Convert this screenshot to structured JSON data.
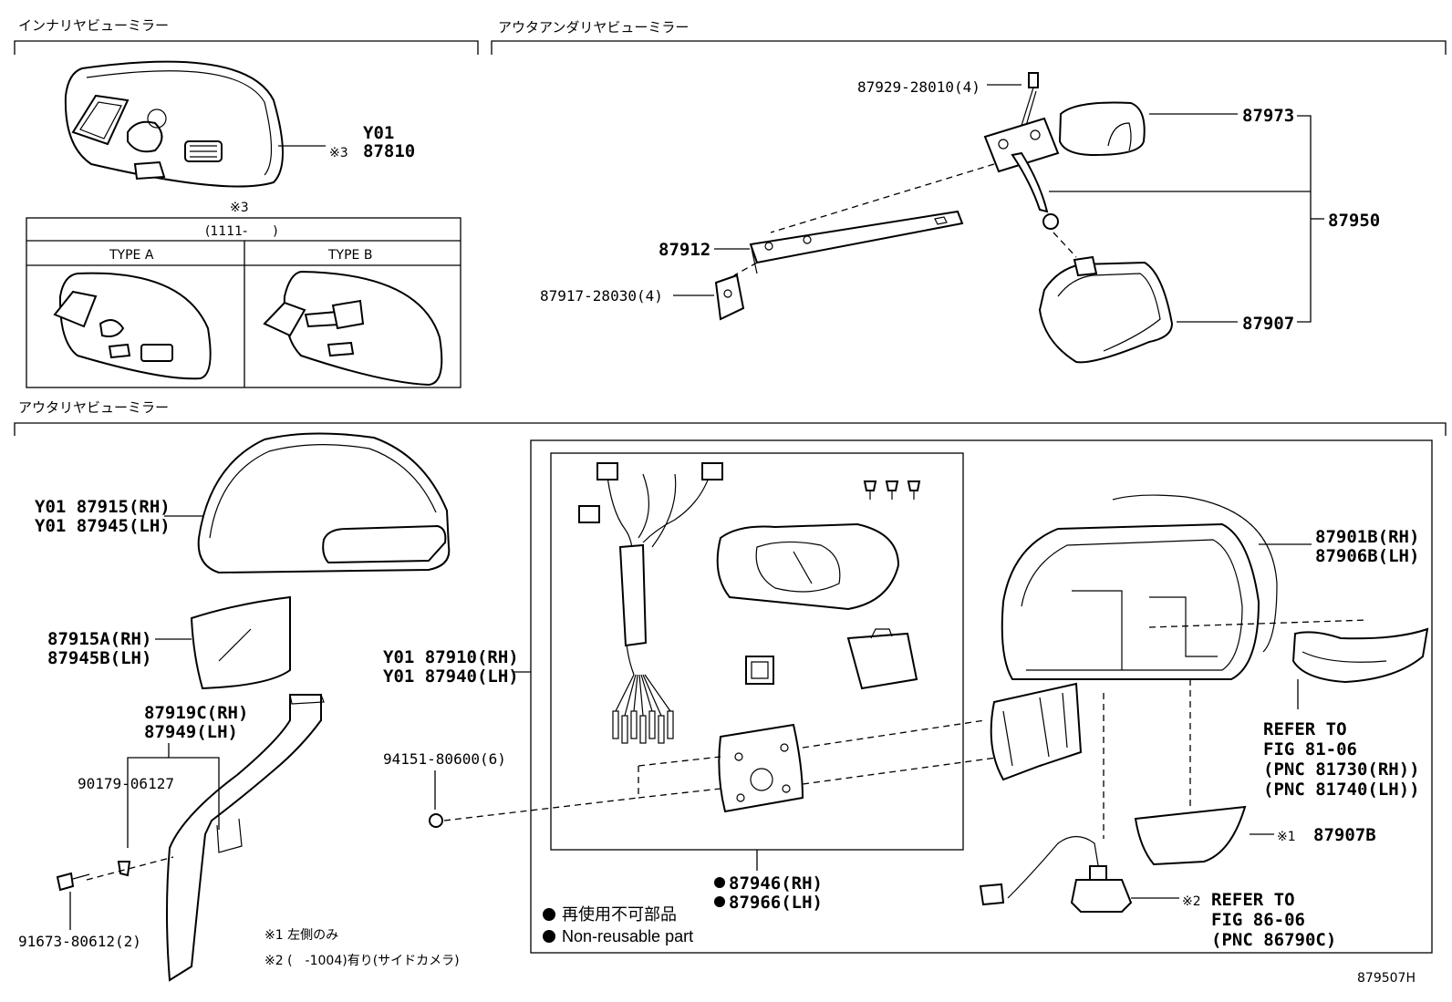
{
  "sections": {
    "inner": "インナリヤビューミラー",
    "outer_under": "アウタアンダリヤビューミラー",
    "outer": "アウタリヤビューミラー"
  },
  "inner_mirror": {
    "code": "Y01",
    "part": "87810",
    "note_mark": "※3",
    "table_mark": "※3",
    "table_header": "(1111-　　)",
    "type_a": "TYPE A",
    "type_b": "TYPE B"
  },
  "under_mirror": {
    "p1": "87929-28010(4)",
    "p2": "87973",
    "p3": "87950",
    "p4": "87912",
    "p5": "87917-28030(4)",
    "p6": "87907"
  },
  "outer_mirror": {
    "cover_rh": "Y01 87915(RH)",
    "cover_lh": "Y01 87945(LH)",
    "glass_rh": "87915A(RH)",
    "glass_lh": "87945B(LH)",
    "bracket_rh": "87919C(RH)",
    "bracket_lh": "87949(LH)",
    "clip": "90179-06127",
    "screw": "91673-80612(2)",
    "assy_rh": "Y01 87910(RH)",
    "assy_lh": "Y01 87940(LH)",
    "nut": "94151-80600(6)",
    "sub_rh": "87946(RH)",
    "sub_lh": "87966(LH)",
    "housing_rh": "87901B(RH)",
    "housing_lh": "87906B(LH)",
    "refer1": [
      "REFER TO",
      "FIG 81-06",
      "(PNC 81730(RH))",
      "(PNC 81740(LH))"
    ],
    "under_cover_mark": "※1",
    "under_cover": "87907B",
    "refer2_mark": "※2",
    "refer2": [
      "REFER TO",
      "FIG 86-06",
      "(PNC 86790C)"
    ]
  },
  "legend": {
    "jp": "再使用不可部品",
    "en": "Non-reusable part"
  },
  "footnotes": {
    "n1": "※1  左側のみ",
    "n2": "※2 (　-1004)有り(サイドカメラ)"
  },
  "figure_id": "879507H"
}
